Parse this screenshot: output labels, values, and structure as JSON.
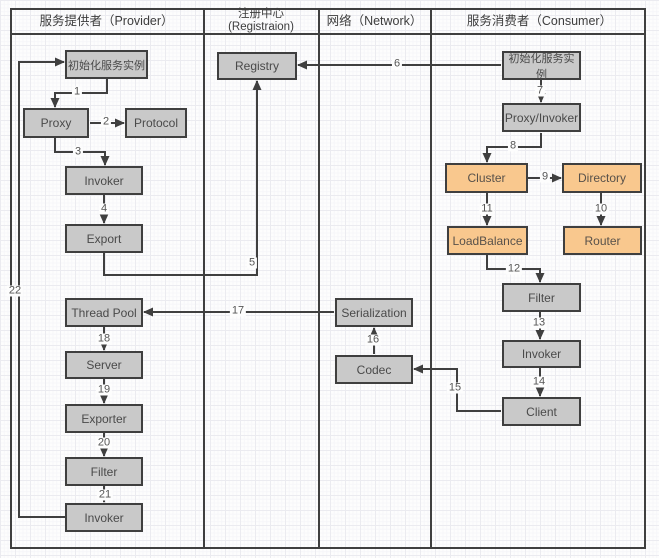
{
  "columns": {
    "provider": "服务提供者（Provider）",
    "registration_line1": "注册中心",
    "registration_line2": "(Registraion)",
    "network": "网络（Network）",
    "consumer": "服务消费者（Consumer）"
  },
  "nodes": {
    "provider_init": "初始化服务实例",
    "proxy": "Proxy",
    "protocol": "Protocol",
    "invoker": "Invoker",
    "export": "Export",
    "thread_pool": "Thread Pool",
    "server": "Server",
    "exporter": "Exporter",
    "filter": "Filter",
    "invoker_bottom": "Invoker",
    "registry": "Registry",
    "serialization": "Serialization",
    "codec": "Codec",
    "consumer_init": "初始化服务实例",
    "proxy_invoker": "Proxy/Invoker",
    "cluster": "Cluster",
    "directory": "Directory",
    "loadbalance": "LoadBalance",
    "router": "Router",
    "consumer_filter": "Filter",
    "consumer_invoker": "Invoker",
    "client": "Client"
  },
  "steps": [
    "1",
    "2",
    "3",
    "4",
    "5",
    "6",
    "7",
    "8",
    "9",
    "10",
    "11",
    "12",
    "13",
    "14",
    "15",
    "16",
    "17",
    "18",
    "19",
    "20",
    "21",
    "22"
  ],
  "colors": {
    "box_gray": "#c9c9c9",
    "box_orange": "#f9c88e",
    "line": "#3f3f3f",
    "grid": "#ebebf0",
    "background": "#fdfdfd"
  }
}
